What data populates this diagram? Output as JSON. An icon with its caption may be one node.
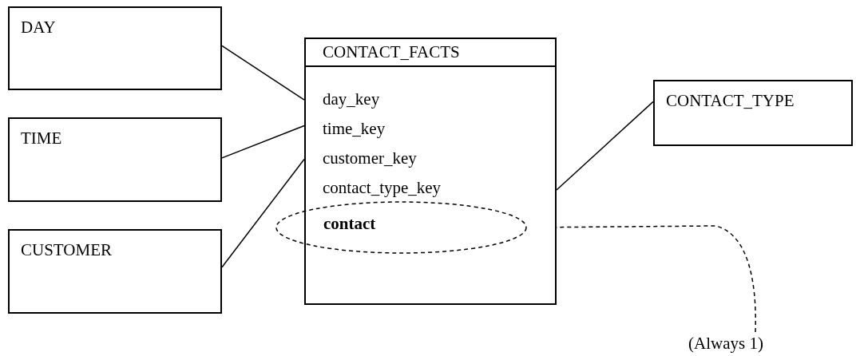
{
  "diagram": {
    "nodes": [
      {
        "text": [
          "DAY"
        ]
      },
      {
        "text": [
          "TIME"
        ]
      },
      {
        "text": [
          "CUSTOMER"
        ]
      },
      {
        "text": [
          "CONTACT_FACTS",
          "day_key",
          "time_key",
          "customer_key",
          "contact_type_key"
        ]
      },
      {
        "text": [
          "contact"
        ]
      },
      {
        "text": [
          "CONTACT_TYPE"
        ]
      },
      {
        "text": [
          "(Always 1)"
        ]
      }
    ],
    "edges": [
      {
        "from": 0,
        "to": 3,
        "arrow": "none"
      },
      {
        "from": 1,
        "to": 3,
        "arrow": "none"
      },
      {
        "from": 2,
        "to": 3,
        "arrow": "none"
      },
      {
        "from": 3,
        "to": 5,
        "arrow": "none"
      },
      {
        "from": 6,
        "to": 4,
        "arrow": "none",
        "style": "dashed"
      }
    ]
  }
}
